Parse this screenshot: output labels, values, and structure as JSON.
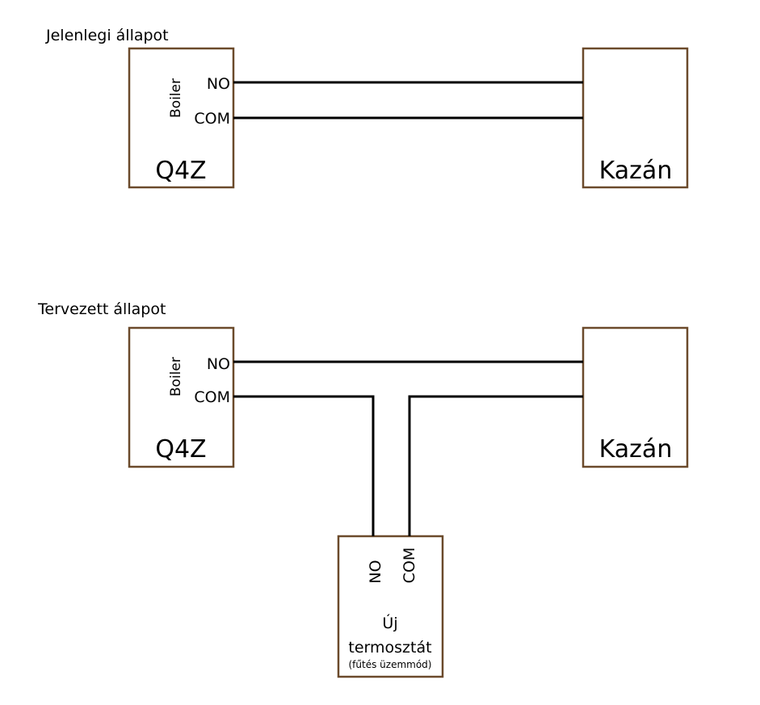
{
  "colors": {
    "box_border": "#6b4a2b",
    "wire": "#000000",
    "text": "#000000",
    "background": "#ffffff"
  },
  "current": {
    "title": "Jelenlegi állapot",
    "q4z": {
      "name": "Q4Z",
      "side_label": "Boiler",
      "terminal_no": "NO",
      "terminal_com": "COM"
    },
    "boiler": {
      "name": "Kazán"
    }
  },
  "planned": {
    "title": "Tervezett állapot",
    "q4z": {
      "name": "Q4Z",
      "side_label": "Boiler",
      "terminal_no": "NO",
      "terminal_com": "COM"
    },
    "boiler": {
      "name": "Kazán"
    },
    "thermostat": {
      "terminal_no": "NO",
      "terminal_com": "COM",
      "name_line1": "Új",
      "name_line2": "termosztát",
      "mode": "(fűtés üzemmód)"
    }
  }
}
